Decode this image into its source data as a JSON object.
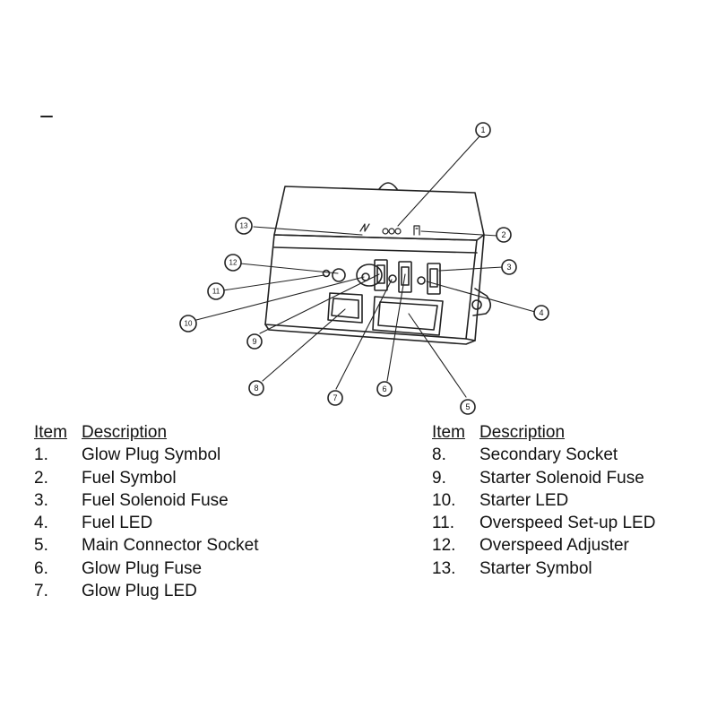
{
  "callouts": [
    "1",
    "2",
    "3",
    "4",
    "5",
    "6",
    "7",
    "8",
    "9",
    "10",
    "11",
    "12",
    "13"
  ],
  "legend": {
    "item_header": "Item",
    "description_header": "Description",
    "left": [
      {
        "num": "1.",
        "desc": "Glow Plug Symbol"
      },
      {
        "num": "2.",
        "desc": "Fuel Symbol"
      },
      {
        "num": "3.",
        "desc": "Fuel Solenoid Fuse"
      },
      {
        "num": "4.",
        "desc": "Fuel LED"
      },
      {
        "num": "5.",
        "desc": "Main Connector Socket"
      },
      {
        "num": "6.",
        "desc": "Glow Plug Fuse"
      },
      {
        "num": "7.",
        "desc": "Glow Plug LED"
      }
    ],
    "right": [
      {
        "num": "8.",
        "desc": "Secondary Socket"
      },
      {
        "num": "9.",
        "desc": "Starter Solenoid Fuse"
      },
      {
        "num": "10.",
        "desc": "Starter LED"
      },
      {
        "num": "11.",
        "desc": "Overspeed Set-up LED"
      },
      {
        "num": "12.",
        "desc": "Overspeed Adjuster"
      },
      {
        "num": "13.",
        "desc": "Starter Symbol"
      }
    ]
  }
}
